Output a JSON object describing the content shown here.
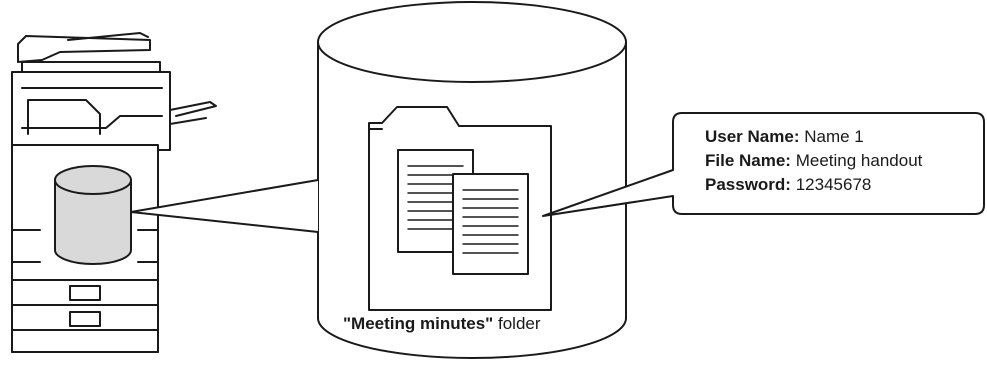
{
  "callout": {
    "user_name_label": "User Name:",
    "user_name_value": "Name 1",
    "file_name_label": "File Name:",
    "file_name_value": "Meeting handout",
    "password_label": "Password:",
    "password_value": "12345678"
  },
  "folder": {
    "name": "\"Meeting minutes\"",
    "suffix": "folder"
  },
  "colors": {
    "stroke": "#1a1a1a",
    "disk_fill": "#d9d9d9",
    "background": "#ffffff"
  }
}
